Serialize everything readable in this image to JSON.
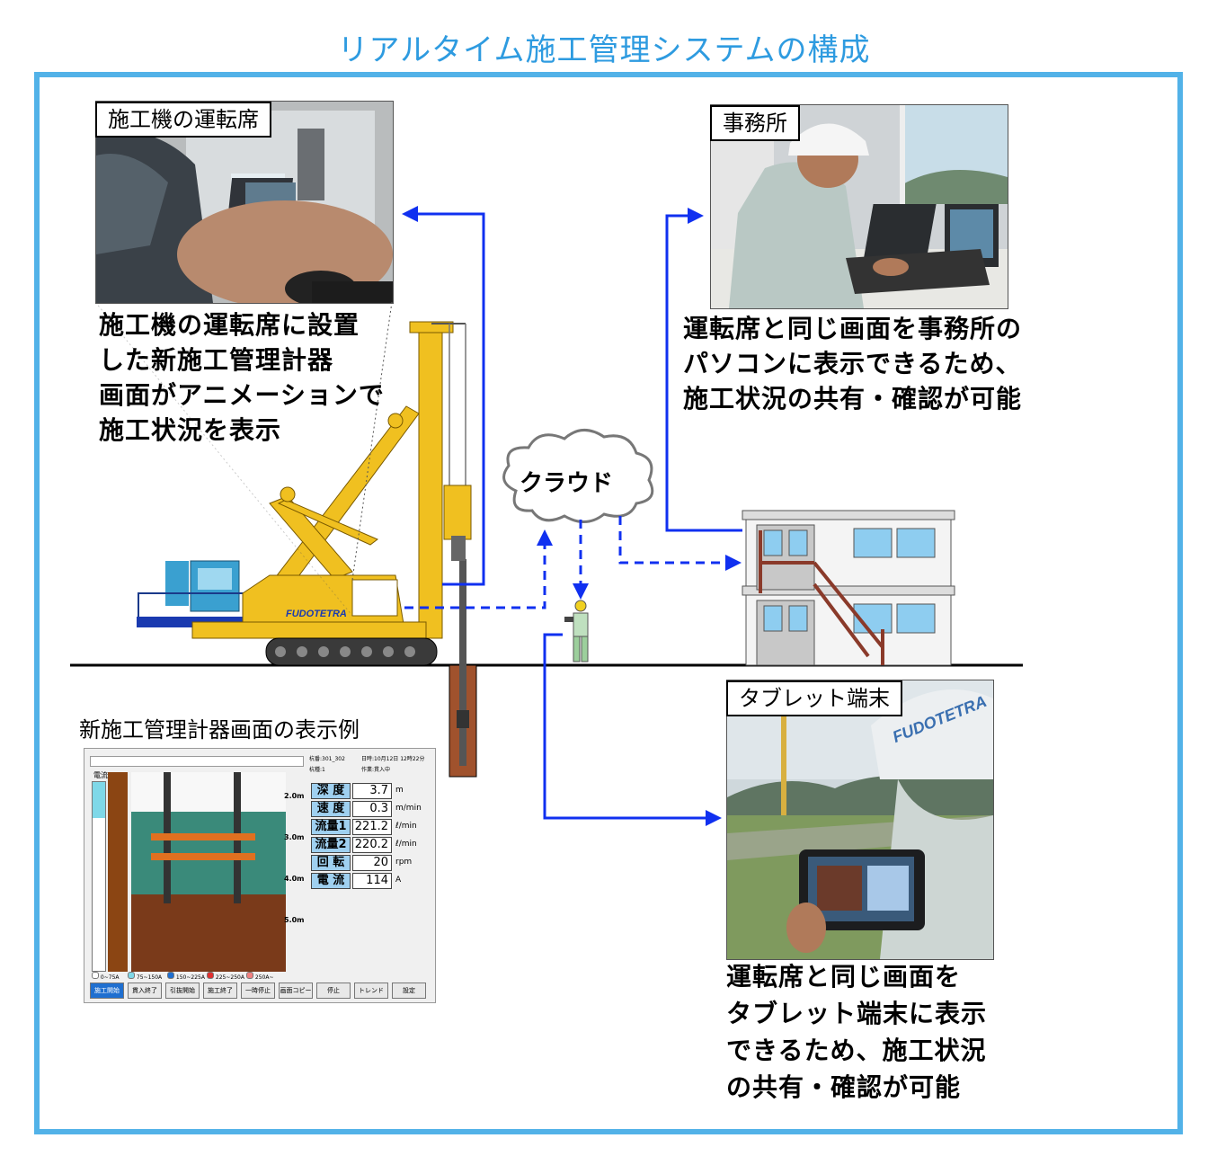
{
  "title": "リアルタイム施工管理システムの構成",
  "cab": {
    "label": "施工機の運転席",
    "desc": [
      "施工機の運転席に設置",
      "した新施工管理計器",
      "画面がアニメーションで",
      "施工状況を表示"
    ]
  },
  "office": {
    "label": "事務所",
    "desc": [
      "運転席と同じ画面を事務所の",
      "パソコンに表示できるため、",
      "施工状況の共有・確認が可能"
    ]
  },
  "tablet": {
    "label": "タブレット端末",
    "desc": [
      "運転席と同じ画面を",
      "タブレット端末に表示",
      "できるため、施工状況",
      "の共有・確認が可能"
    ],
    "helmet_text": "FUDOTETRA"
  },
  "cloud": {
    "label": "クラウド"
  },
  "machine": {
    "brand": "FUDOTETRA"
  },
  "monitor": {
    "caption": "新施工管理計器画面の表示例",
    "header": [
      "杭番:301_302",
      "日時:10月12日 12時22分",
      "杭種:1",
      "作業:貫入中"
    ],
    "current_label": "電流",
    "readings": [
      {
        "label": "深 度",
        "value": "3.7",
        "unit": "m"
      },
      {
        "label": "速 度",
        "value": "0.3",
        "unit": "m/min"
      },
      {
        "label": "流量1",
        "value": "221.2",
        "unit": "ℓ/min"
      },
      {
        "label": "流量2",
        "value": "220.2",
        "unit": "ℓ/min"
      },
      {
        "label": "回 転",
        "value": "20",
        "unit": "rpm"
      },
      {
        "label": "電 流",
        "value": "114",
        "unit": "A"
      }
    ],
    "depth_marks": [
      "2.0m",
      "3.0m",
      "4.0m",
      "5.0m"
    ],
    "legend": [
      "0~75A",
      "75~150A",
      "150~225A",
      "225~250A",
      "250A~"
    ],
    "legend_colors": [
      "#ffffff",
      "#7fd8e8",
      "#1f6fd0",
      "#e03030",
      "#f08080"
    ],
    "buttons": [
      "施工開始",
      "貫入終了",
      "引抜開始",
      "施工終了",
      "一時停止",
      "画面コピー",
      "停止",
      "トレンド",
      "設定"
    ],
    "accent_color": "#1f6fd0"
  },
  "colors": {
    "frame": "#52b2e8",
    "title": "#2e9be0",
    "arrow": "#1030f0"
  }
}
